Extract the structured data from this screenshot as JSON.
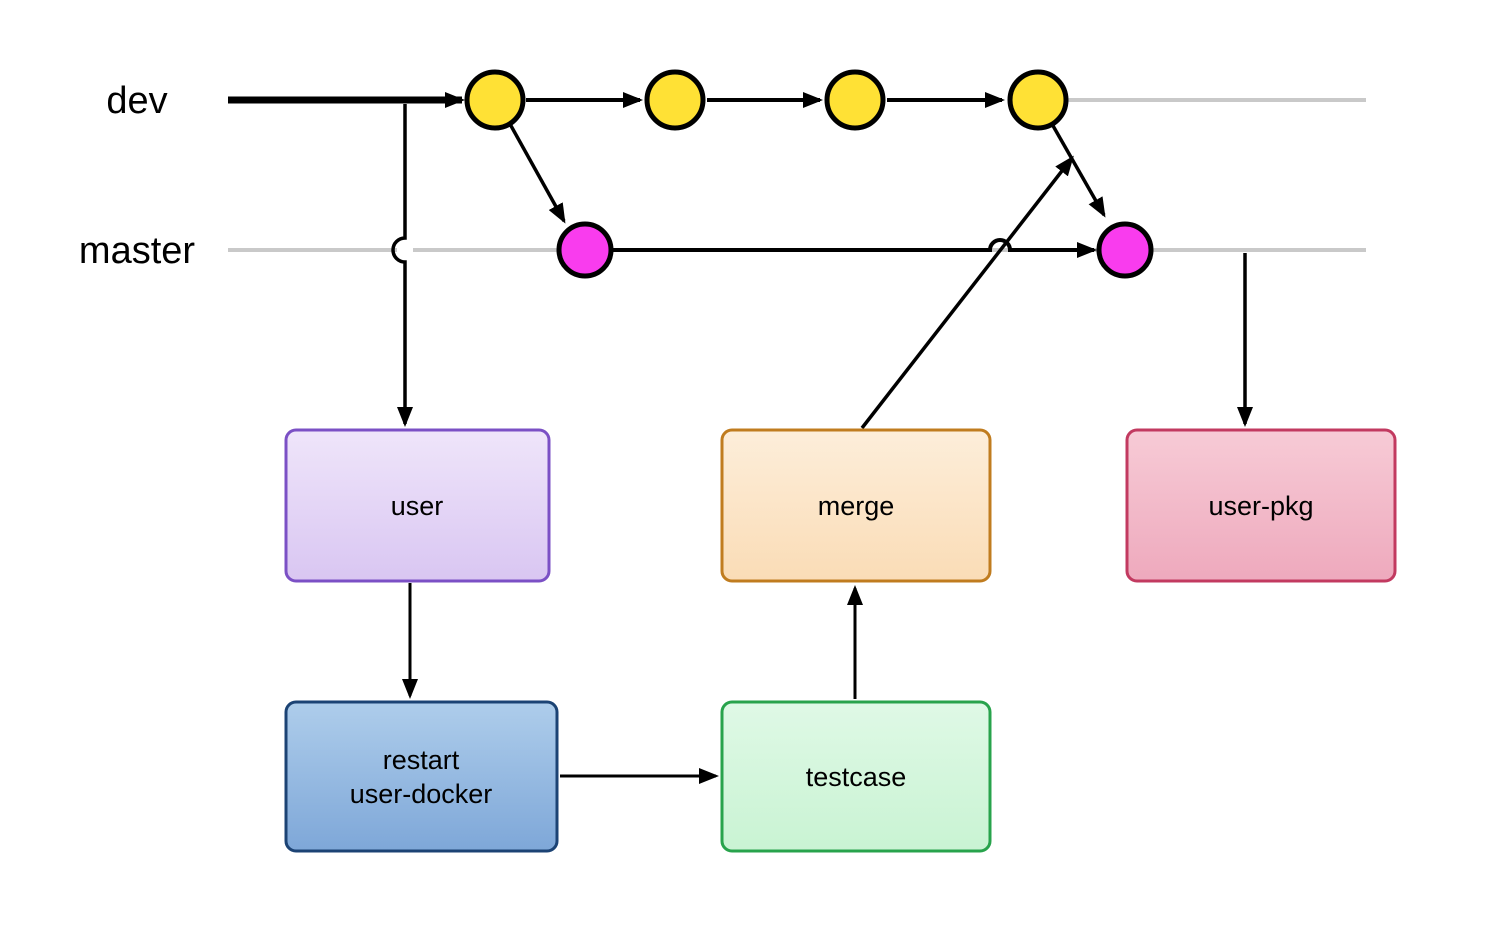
{
  "diagram": {
    "type": "git-branch-workflow",
    "branches": {
      "dev": {
        "label": "dev",
        "commit_count": 4,
        "commit_color": "#FFE135",
        "lane_color": "#C9C9C9"
      },
      "master": {
        "label": "master",
        "commit_count": 2,
        "commit_color": "#F93CEE",
        "lane_color": "#C9C9C9"
      }
    },
    "nodes": {
      "user": {
        "label": "user",
        "fill_top": "#EFE5FA",
        "fill_bottom": "#D9C6F2",
        "border": "#7B50C5"
      },
      "restart_user_docker": {
        "label_lines": [
          "restart",
          "user-docker"
        ],
        "fill_top": "#AECDEB",
        "fill_bottom": "#7EA7D8",
        "border": "#1C4374"
      },
      "merge": {
        "label": "merge",
        "fill_top": "#FDEEDA",
        "fill_bottom": "#FADCB6",
        "border": "#C07C1F"
      },
      "testcase": {
        "label": "testcase",
        "fill_top": "#DFF9E6",
        "fill_bottom": "#C9F3D3",
        "border": "#28A34C"
      },
      "user_pkg": {
        "label": "user-pkg",
        "fill_top": "#F7CBD6",
        "fill_bottom": "#EEA9BD",
        "border": "#C23A60"
      }
    },
    "arrow_color": "#000000",
    "commit_border_color": "#000000"
  }
}
